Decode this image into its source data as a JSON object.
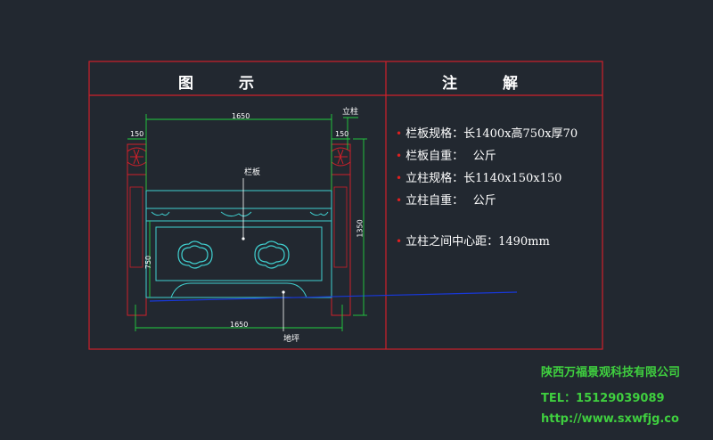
{
  "table": {
    "left_header": "图　　　示",
    "right_header": "注　　　解"
  },
  "drawing": {
    "label_post": "立柱",
    "label_panel": "栏板",
    "label_ground": "地坪",
    "dim_top": "1650",
    "dim_bottom": "1650",
    "dim_post_left": "150",
    "dim_post_right": "150",
    "dim_height_right": "1350",
    "dim_height_left": "750"
  },
  "notes": [
    "栏板规格：长1400x高750x厚70",
    "栏板自重：　 公斤",
    "立柱规格：长1140x150x150",
    "立柱自重：　 公斤",
    "立柱之间中心距：1490mm"
  ],
  "company": {
    "name": "陕西万福景观科技有限公司",
    "tel": "TEL：15129039089",
    "url": "http://www.sxwfjg.co"
  },
  "colors": {
    "background": "#222830",
    "frame": "#d0202a",
    "dimension": "#22d040",
    "panel": "#40d0d0",
    "ground_line": "#1838d8",
    "bullet": "#e02020",
    "company_text": "#3fcf3f"
  }
}
